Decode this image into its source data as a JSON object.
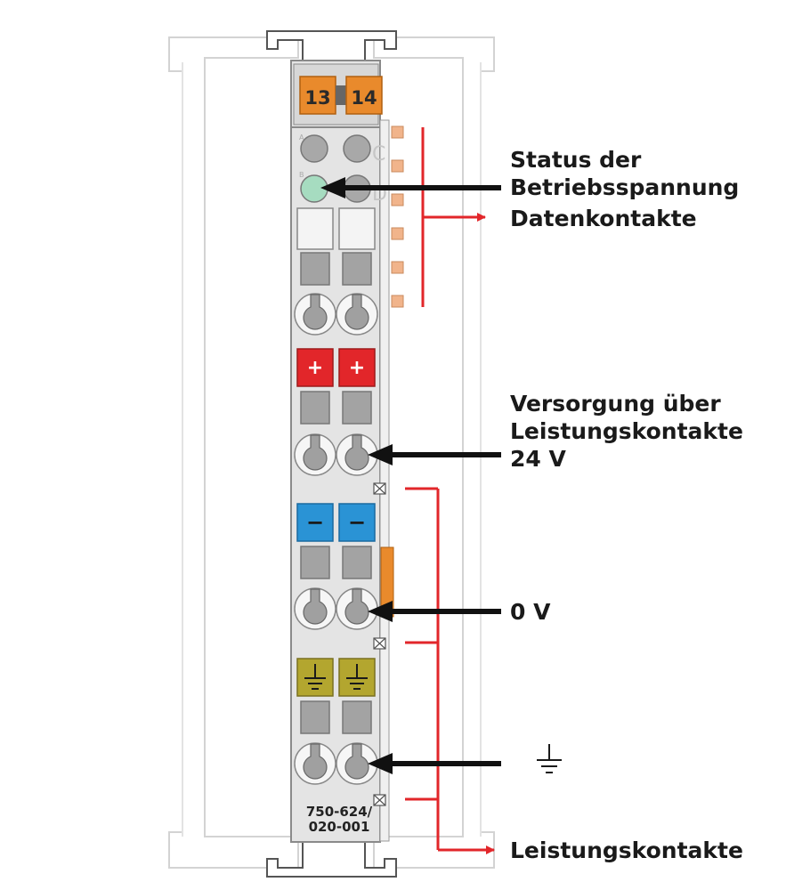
{
  "device": {
    "terminal_labels": [
      "13",
      "14"
    ],
    "led_letters": [
      "A",
      "B",
      "C",
      "D"
    ],
    "plus_symbol": "+",
    "minus_symbol": "−",
    "model_lines": [
      "750-624/",
      "020-001"
    ]
  },
  "callouts": {
    "status": [
      "Status der",
      "Betriebsspannung"
    ],
    "data_contacts": "Datenkontakte",
    "supply": [
      "Versorgung über",
      "Leistungskontakte",
      "24 V"
    ],
    "zero_volt": "0 V",
    "ground_symbol": "ground-symbol",
    "power_contacts": "Leistungskontakte"
  },
  "colors": {
    "orange": "#e98a2c",
    "red": "#e2262a",
    "blue": "#2a93d5",
    "olive": "#b3a62f",
    "led_green": "#a6dcc0",
    "arrow_red": "#e2262a",
    "arrow_black": "#111111",
    "housing": "#e3e3e3",
    "rail": "#c9c9c9"
  }
}
